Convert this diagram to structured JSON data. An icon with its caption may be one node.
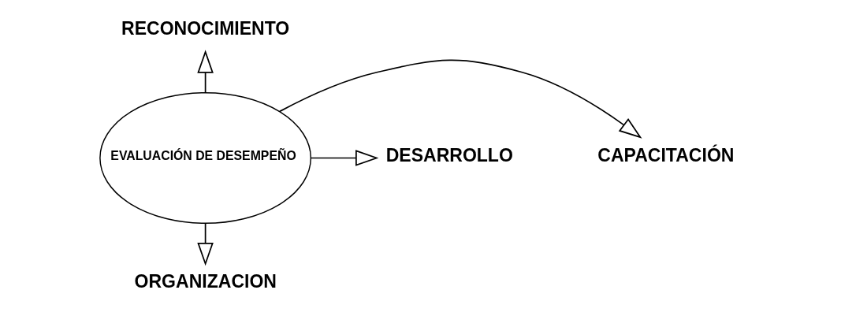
{
  "diagram": {
    "nodes": [
      {
        "text": [
          "RECONOCIMIENTO"
        ]
      },
      {
        "text": [
          "DESARROLLO"
        ]
      },
      {
        "text": [
          "EVALUACIÓN DE DESEMPEÑO"
        ]
      },
      {
        "text": [
          "CAPACITACIÓN"
        ]
      },
      {
        "text": [
          "ORGANIZACION"
        ]
      }
    ],
    "edges": [
      {
        "from": 2,
        "to": 0,
        "arrow": "to"
      },
      {
        "from": 2,
        "to": 1,
        "arrow": "to"
      },
      {
        "from": 2,
        "to": 3,
        "arrow": "to"
      },
      {
        "from": 2,
        "to": 4,
        "arrow": "to"
      }
    ]
  }
}
